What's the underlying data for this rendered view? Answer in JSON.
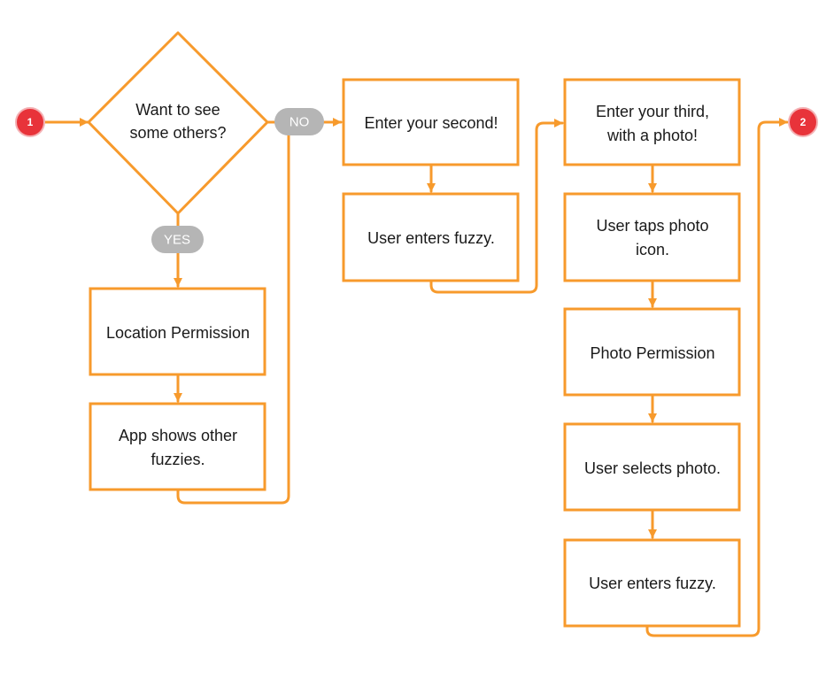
{
  "colors": {
    "accent": "#f79a2c",
    "badge": "#b5b5b5",
    "marker": "#e8333a",
    "text": "#1a1a1a",
    "background": "#ffffff"
  },
  "markers": {
    "start": "1",
    "end": "2"
  },
  "decision": {
    "line1": "Want to see",
    "line2": "some others?"
  },
  "badges": {
    "no": "NO",
    "yes": "YES"
  },
  "steps": {
    "location_permission": "Location Permission",
    "app_shows_line1": "App shows other",
    "app_shows_line2": "fuzzies.",
    "enter_second": "Enter your second!",
    "user_enters_fuzzy_1": "User enters fuzzy.",
    "enter_third_line1": "Enter your third,",
    "enter_third_line2": "with a photo!",
    "user_taps_line1": "User taps photo",
    "user_taps_line2": "icon.",
    "photo_permission": "Photo Permission",
    "user_selects_photo": "User selects photo.",
    "user_enters_fuzzy_2": "User enters fuzzy."
  }
}
